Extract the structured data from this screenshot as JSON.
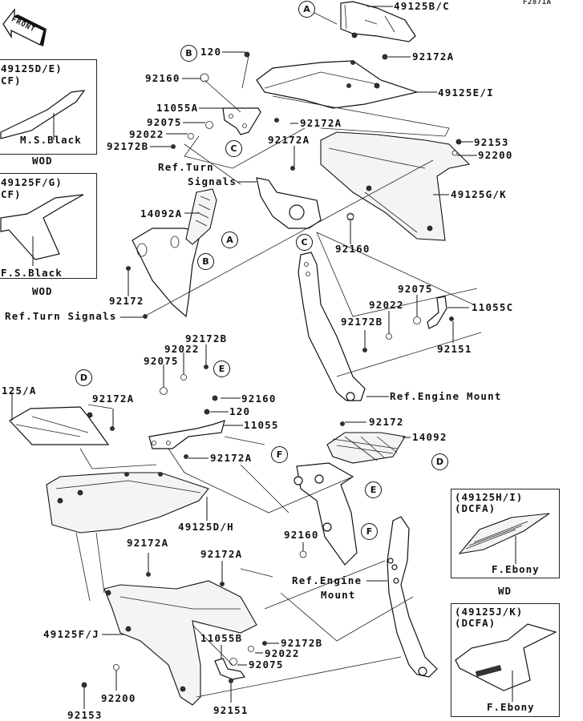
{
  "diagram": {
    "figure_code": "F2871A",
    "front_arrow_label": "FRONT",
    "callout_labels": {
      "p49125BC": "49125B/C",
      "p92172A_top": "92172A",
      "p49125EI": "49125E/I",
      "p92153": "92153",
      "p92200_top": "92200",
      "p49125GK": "49125G/K",
      "p120_top": "120",
      "p92160_top": "92160",
      "p11055A": "11055A",
      "p92075_top": "92075",
      "p92022_top": "92022",
      "p92172B_top": "92172B",
      "p92172A_mid1": "92172A",
      "p92172A_mid2": "92172A",
      "ref_turn_signals_1": "Ref.Turn",
      "ref_turn_signals_1b": "Signals",
      "p14092A": "14092A",
      "p92172_left": "92172",
      "ref_turn_signals_2": "Ref.Turn Signals",
      "p92160_mid": "92160",
      "p92075_right": "92075",
      "p92022_right": "92022",
      "p11055C": "11055C",
      "p92172B_right": "92172B",
      "p92151_right": "92151",
      "ref_engine_mount_1": "Ref.Engine Mount",
      "p92172B_center": "92172B",
      "p92022_center": "92022",
      "p92075_center": "92075",
      "p92160_center": "92160",
      "p120_center": "120",
      "p11055": "11055",
      "p125A": "125/A",
      "p92172A_left": "92172A",
      "p92172A_center": "92172A",
      "p49125DH": "49125D/H",
      "p92172_right": "92172",
      "p14092": "14092",
      "p92172A_low1": "92172A",
      "p92172A_low2": "92172A",
      "p92160_low": "92160",
      "ref_engine_mount_2a": "Ref.Engine",
      "ref_engine_mount_2b": "Mount",
      "p49125FJ": "49125F/J",
      "p11055B": "11055B",
      "p92172B_low": "92172B",
      "p92022_low": "92022",
      "p92075_low": "92075",
      "p92200_low": "92200",
      "p92151_low": "92151",
      "p92153_low": "92153"
    },
    "reference_circles": {
      "A1": "A",
      "A2": "A",
      "B1": "B",
      "B2": "B",
      "C1": "C",
      "C2": "C",
      "D1": "D",
      "D2": "D",
      "E1": "E",
      "E2": "E",
      "F1": "F",
      "F2": "F"
    },
    "insets": [
      {
        "part_header": "49125D/E)",
        "code": "CF)",
        "finish": "M.S.Black",
        "variant": "WOD"
      },
      {
        "part_header": "49125F/G)",
        "code": "CF)",
        "finish": "F.S.Black",
        "variant": "WOD"
      },
      {
        "part_header": "(49125H/I)",
        "code": "(DCFA)",
        "finish": "F.Ebony",
        "variant": "WD"
      },
      {
        "part_header": "(49125J/K)",
        "code": "(DCFA)",
        "finish": "F.Ebony",
        "variant": ""
      }
    ]
  }
}
